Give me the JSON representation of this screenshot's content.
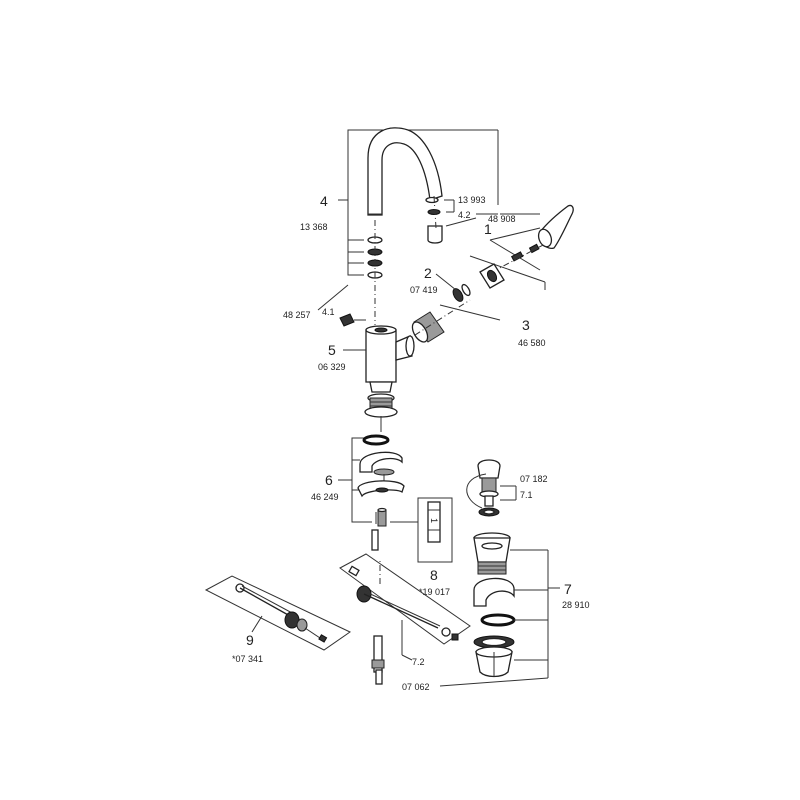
{
  "labels": {
    "p1": {
      "num": "1",
      "code": "48 908"
    },
    "p2": {
      "num": "2",
      "code": "07 419"
    },
    "p3": {
      "num": "3",
      "code": "46 580"
    },
    "p4": {
      "num": "4",
      "code": "13 368"
    },
    "p4_1": {
      "num": "4.1",
      "code": "48 257"
    },
    "p4_2": {
      "num": "4.2",
      "code": "13 993"
    },
    "p5": {
      "num": "5",
      "code": "06 329"
    },
    "p6": {
      "num": "6",
      "code": "46 249"
    },
    "p7": {
      "num": "7",
      "code": "28 910"
    },
    "p7_1": {
      "num": "7.1",
      "code": "07 182"
    },
    "p7_2": {
      "num": "7.2",
      "code": "07 062"
    },
    "p8": {
      "num": "8",
      "code": "*19 017"
    },
    "p9": {
      "num": "9",
      "code": "*07 341"
    }
  }
}
